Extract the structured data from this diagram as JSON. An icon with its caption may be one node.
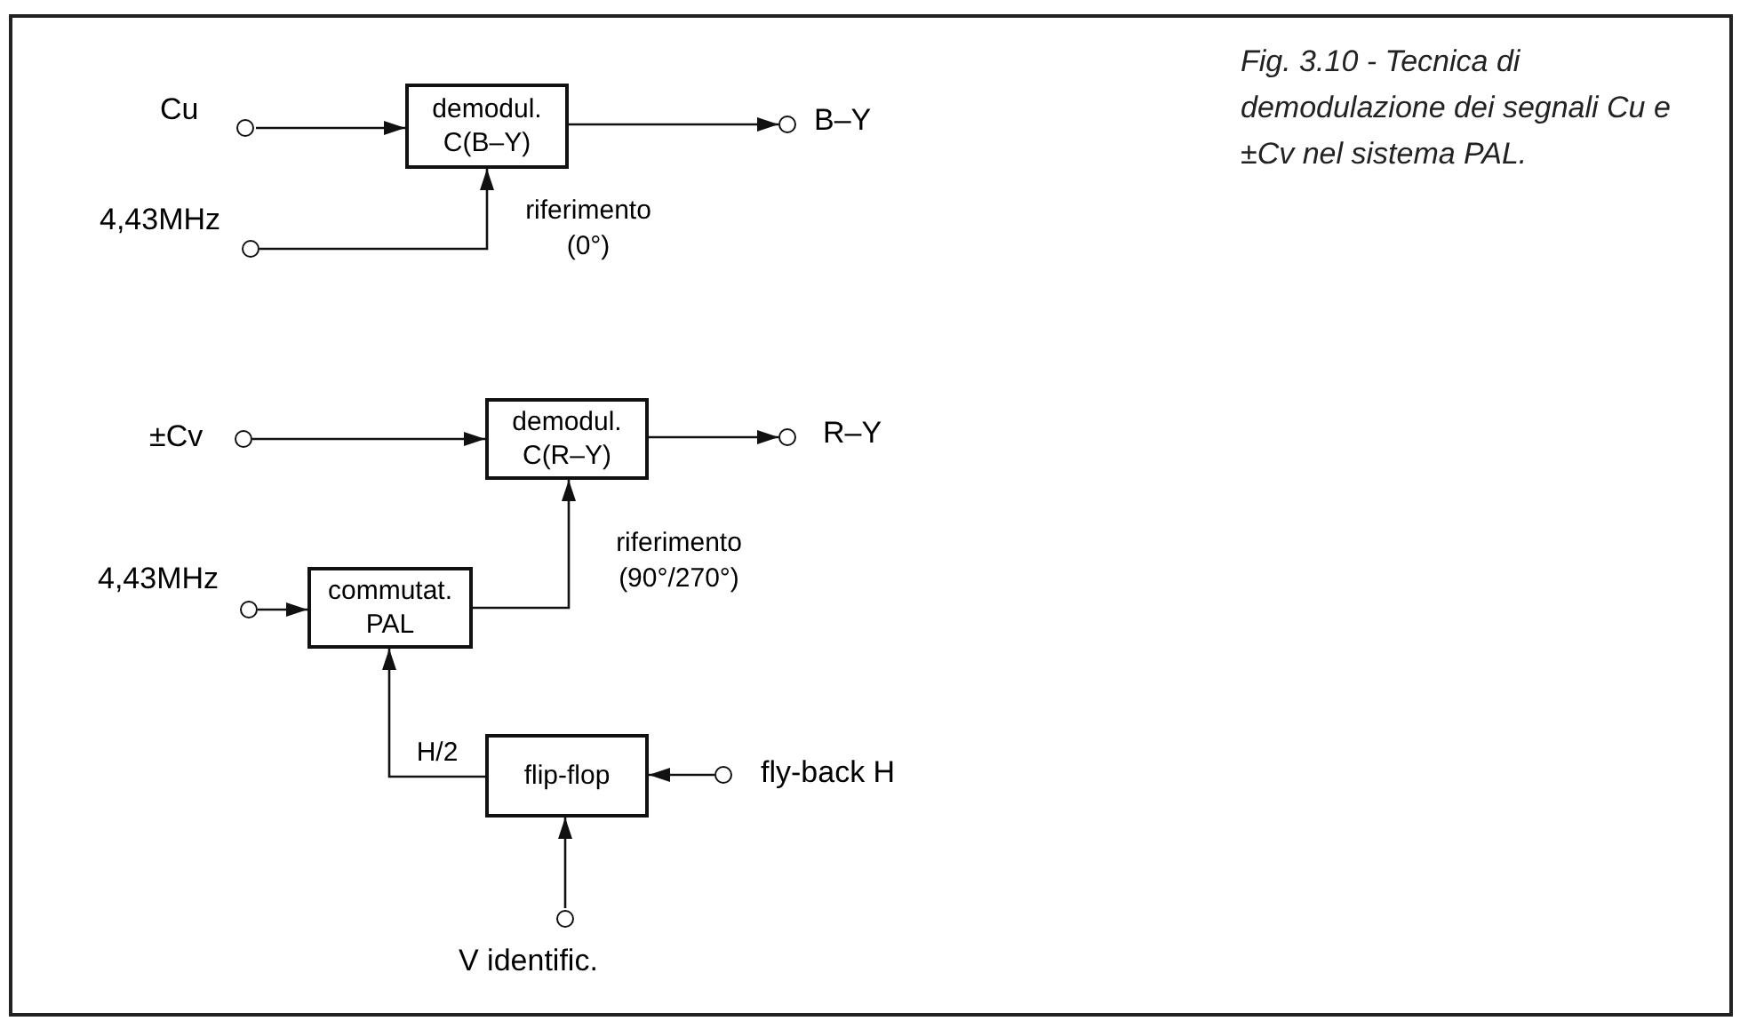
{
  "diagram": {
    "caption": "Fig. 3.10 - Tecnica di demodulazione dei segnali Cu e ±Cv nel sistema PAL.",
    "nodes": [
      {
        "text": [
          "Cu"
        ]
      },
      {
        "text": [
          "demodul. C(B–Y)"
        ]
      },
      {
        "text": [
          "B–Y"
        ]
      },
      {
        "text": [
          "4,43MHz"
        ]
      },
      {
        "text": [
          "±Cv"
        ]
      },
      {
        "text": [
          "demodul. C(R–Y)"
        ]
      },
      {
        "text": [
          "R–Y"
        ]
      },
      {
        "text": [
          "4,43MHz"
        ]
      },
      {
        "text": [
          "commutat. PAL"
        ]
      },
      {
        "text": [
          "flip-flop"
        ]
      },
      {
        "text": [
          "fly-back H"
        ]
      },
      {
        "text": [
          "V identific."
        ]
      }
    ],
    "edges": [
      {
        "from": 0,
        "to": 1,
        "arrow": "to"
      },
      {
        "from": 1,
        "to": 2,
        "arrow": "to"
      },
      {
        "from": 3,
        "to": 1,
        "arrow": "to",
        "label": "riferimento (0°)"
      },
      {
        "from": 4,
        "to": 5,
        "arrow": "to"
      },
      {
        "from": 5,
        "to": 6,
        "arrow": "to"
      },
      {
        "from": 7,
        "to": 8,
        "arrow": "to"
      },
      {
        "from": 8,
        "to": 5,
        "arrow": "to",
        "label": "riferimento (90°/270°)"
      },
      {
        "from": 9,
        "to": 8,
        "arrow": "to",
        "label": "H/2"
      },
      {
        "from": 10,
        "to": 9,
        "arrow": "to"
      },
      {
        "from": 11,
        "to": 9,
        "arrow": "to"
      }
    ]
  }
}
